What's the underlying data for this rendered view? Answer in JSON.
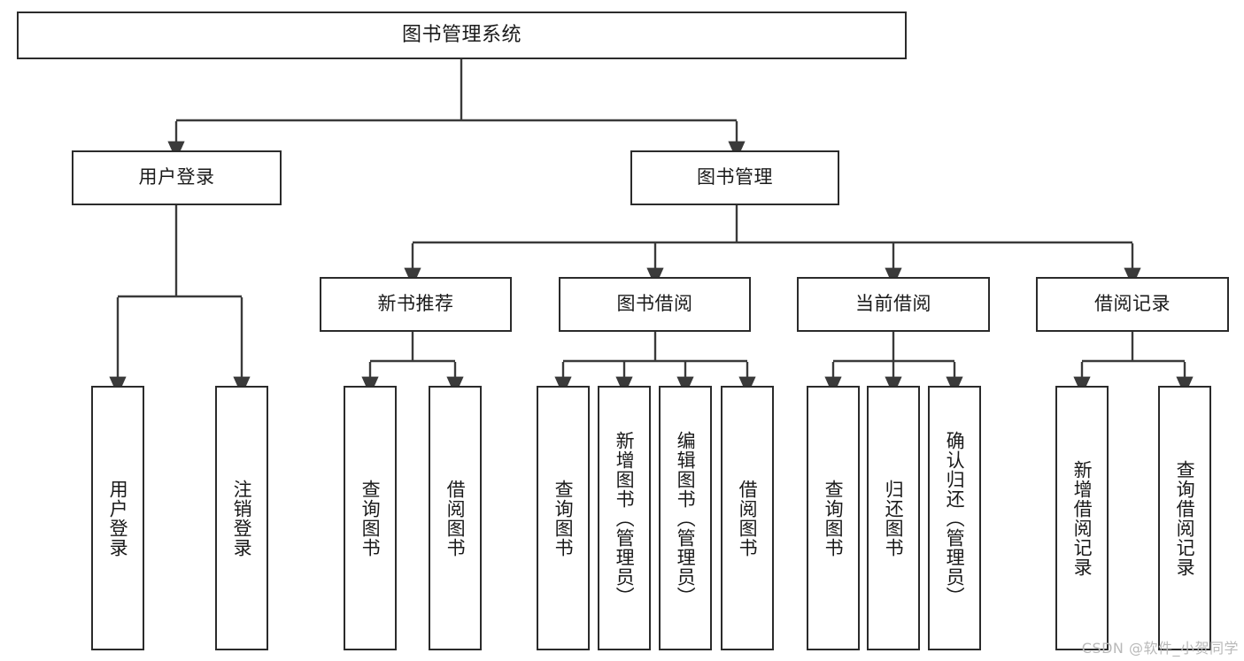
{
  "diagram": {
    "title": "图书管理系统",
    "type": "tree",
    "watermark": "CSDN @软件_小贺同学",
    "colors": {
      "node_border": "#2b2b2b",
      "node_fill": "#ffffff",
      "edge": "#3a3a3a",
      "text": "#1a1a1a",
      "watermark": "#b9b9b9",
      "background": "#ffffff"
    },
    "nodes": {
      "root": {
        "label": "图书管理系统",
        "orientation": "horizontal"
      },
      "level2": [
        {
          "id": "user-login",
          "label": "用户登录",
          "orientation": "horizontal"
        },
        {
          "id": "book-manage",
          "label": "图书管理",
          "orientation": "horizontal"
        }
      ],
      "level3": [
        {
          "id": "new-book-recommend",
          "label": "新书推荐",
          "orientation": "horizontal"
        },
        {
          "id": "book-borrow",
          "label": "图书借阅",
          "orientation": "horizontal"
        },
        {
          "id": "current-borrow",
          "label": "当前借阅",
          "orientation": "horizontal"
        },
        {
          "id": "borrow-record",
          "label": "借阅记录",
          "orientation": "horizontal"
        }
      ],
      "leaves": [
        {
          "id": "leaf-user-login",
          "label": "用户登录",
          "parent": "user-login",
          "orientation": "vertical"
        },
        {
          "id": "leaf-user-logout",
          "label": "注销登录",
          "parent": "user-login",
          "orientation": "vertical"
        },
        {
          "id": "leaf-query-book-1",
          "label": "查询图书",
          "parent": "new-book-recommend",
          "orientation": "vertical"
        },
        {
          "id": "leaf-borrow-book-1",
          "label": "借阅图书",
          "parent": "new-book-recommend",
          "orientation": "vertical"
        },
        {
          "id": "leaf-query-book-2",
          "label": "查询图书",
          "parent": "book-borrow",
          "orientation": "vertical"
        },
        {
          "id": "leaf-add-book",
          "label": "新增图书（管理员）",
          "parent": "book-borrow",
          "orientation": "vertical"
        },
        {
          "id": "leaf-edit-book",
          "label": "编辑图书（管理员）",
          "parent": "book-borrow",
          "orientation": "vertical"
        },
        {
          "id": "leaf-borrow-book-2",
          "label": "借阅图书",
          "parent": "book-borrow",
          "orientation": "vertical"
        },
        {
          "id": "leaf-query-book-3",
          "label": "查询图书",
          "parent": "current-borrow",
          "orientation": "vertical"
        },
        {
          "id": "leaf-return-book",
          "label": "归还图书",
          "parent": "current-borrow",
          "orientation": "vertical"
        },
        {
          "id": "leaf-confirm-return",
          "label": "确认归还（管理员）",
          "parent": "current-borrow",
          "orientation": "vertical"
        },
        {
          "id": "leaf-add-record",
          "label": "新增借阅记录",
          "parent": "borrow-record",
          "orientation": "vertical"
        },
        {
          "id": "leaf-query-record",
          "label": "查询借阅记录",
          "parent": "borrow-record",
          "orientation": "vertical"
        }
      ]
    }
  }
}
